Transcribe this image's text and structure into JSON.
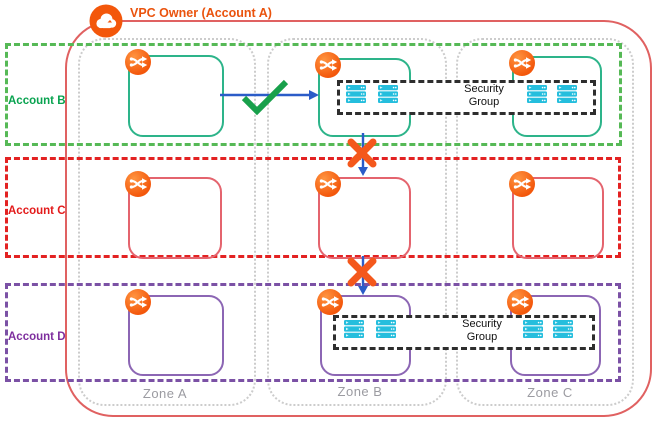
{
  "diagram": {
    "title": "VPC Owner (Account A)",
    "accounts": [
      {
        "id": "account-b",
        "label": "Account B",
        "label_color": "#09a350",
        "border_color": "#56b956"
      },
      {
        "id": "account-c",
        "label": "Account C",
        "label_color": "#e31b1b",
        "border_color": "#e32222"
      },
      {
        "id": "account-d",
        "label": "Account D",
        "label_color": "#7e2f9e",
        "border_color": "#7b51a5"
      }
    ],
    "zones": [
      {
        "label": "Zone A"
      },
      {
        "label": "Zone B"
      },
      {
        "label": "Zone C"
      }
    ],
    "security_groups": [
      {
        "label": "Security Group",
        "row": "account-b",
        "spans": [
          "Zone B",
          "Zone C"
        ]
      },
      {
        "label": "Security Group",
        "row": "account-d",
        "spans": [
          "Zone B",
          "Zone C"
        ]
      }
    ],
    "icons": {
      "cloud": "vpc-cloud-icon",
      "subnet": "subnet-route-icon",
      "server": "server-stack-icon",
      "allowed": "checkmark-icon",
      "blocked": "x-mark-icon"
    },
    "colors": {
      "vpc_border": "#e06161",
      "title_text": "#ea530d",
      "zone_border": "#cccccc",
      "zone_label": "#9b9ba1",
      "subnet_box_b": "#2db48a",
      "subnet_box_c": "#e4646e",
      "subnet_box_d": "#8c66b4",
      "icon_orange": "#f3570b",
      "arrow_blue": "#2b5cc8",
      "check_green": "#18a04b",
      "cross_orange": "#f4581c",
      "server_cyan": "#25bedd",
      "security_group_border": "#2e2e2e"
    }
  }
}
